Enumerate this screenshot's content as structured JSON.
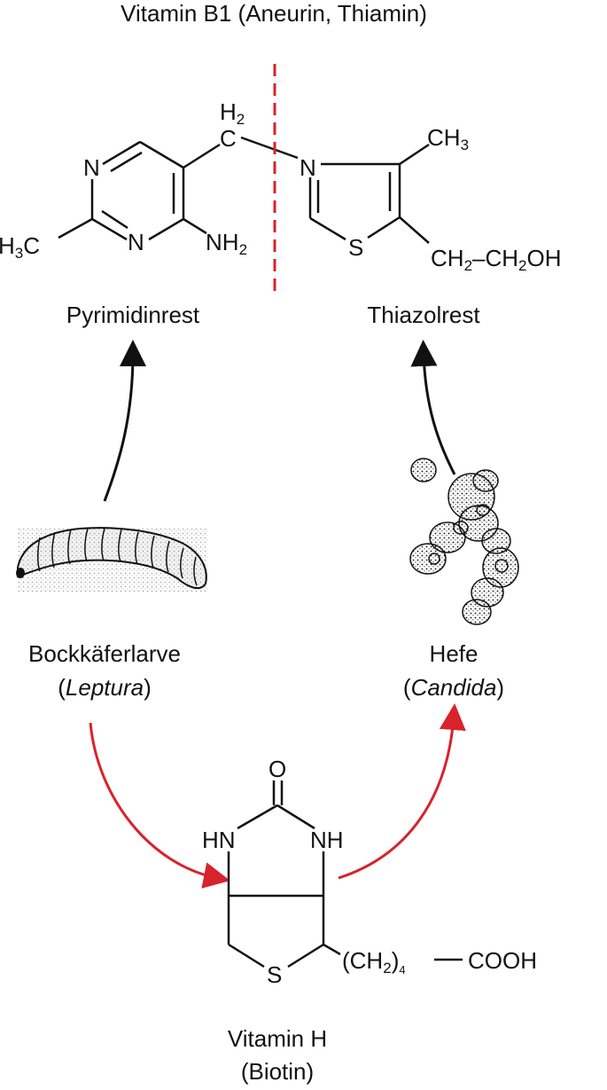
{
  "title": "Vitamin B1 (Aneurin, Thiamin)",
  "thiamin": {
    "ch2_top": "H",
    "ch2_top_sub": "2",
    "ch2_c": "C",
    "n_upper": "N",
    "n_lower": "N",
    "ch3_left": "H",
    "ch3_left_sub": "3",
    "ch3_left_c": "C",
    "nh2": "NH",
    "nh2_sub": "2",
    "thiazole_n": "N",
    "thiazole_s": "S",
    "ch3_right": "CH",
    "ch3_right_sub": "3",
    "side_chain_a": "CH",
    "side_chain_a_sub": "2",
    "side_chain_dash": "–CH",
    "side_chain_b_sub": "2",
    "side_chain_oh": "OH",
    "left_part_label": "Pyrimidinrest",
    "right_part_label": "Thiazolrest"
  },
  "organisms": {
    "larva_name": "Bockkäferlarve",
    "larva_genus": "Leptura",
    "yeast_name": "Hefe",
    "yeast_genus": "Candida"
  },
  "biotin": {
    "o": "O",
    "hn_left": "HN",
    "nh_right": "NH",
    "s": "S",
    "chain_paren": "(CH",
    "chain_sub": "2",
    "chain_close": ")",
    "chain_n": "4",
    "cooh": "COOH",
    "name": "Vitamin H",
    "trivial_name": "(Biotin)"
  },
  "colors": {
    "red_arrow": "#d9222a",
    "black_arrow": "#111111",
    "dashed_divider": "#d9222a"
  },
  "icons": {
    "larva": "beetle-larva-drawing",
    "yeast": "yeast-cells-drawing"
  }
}
